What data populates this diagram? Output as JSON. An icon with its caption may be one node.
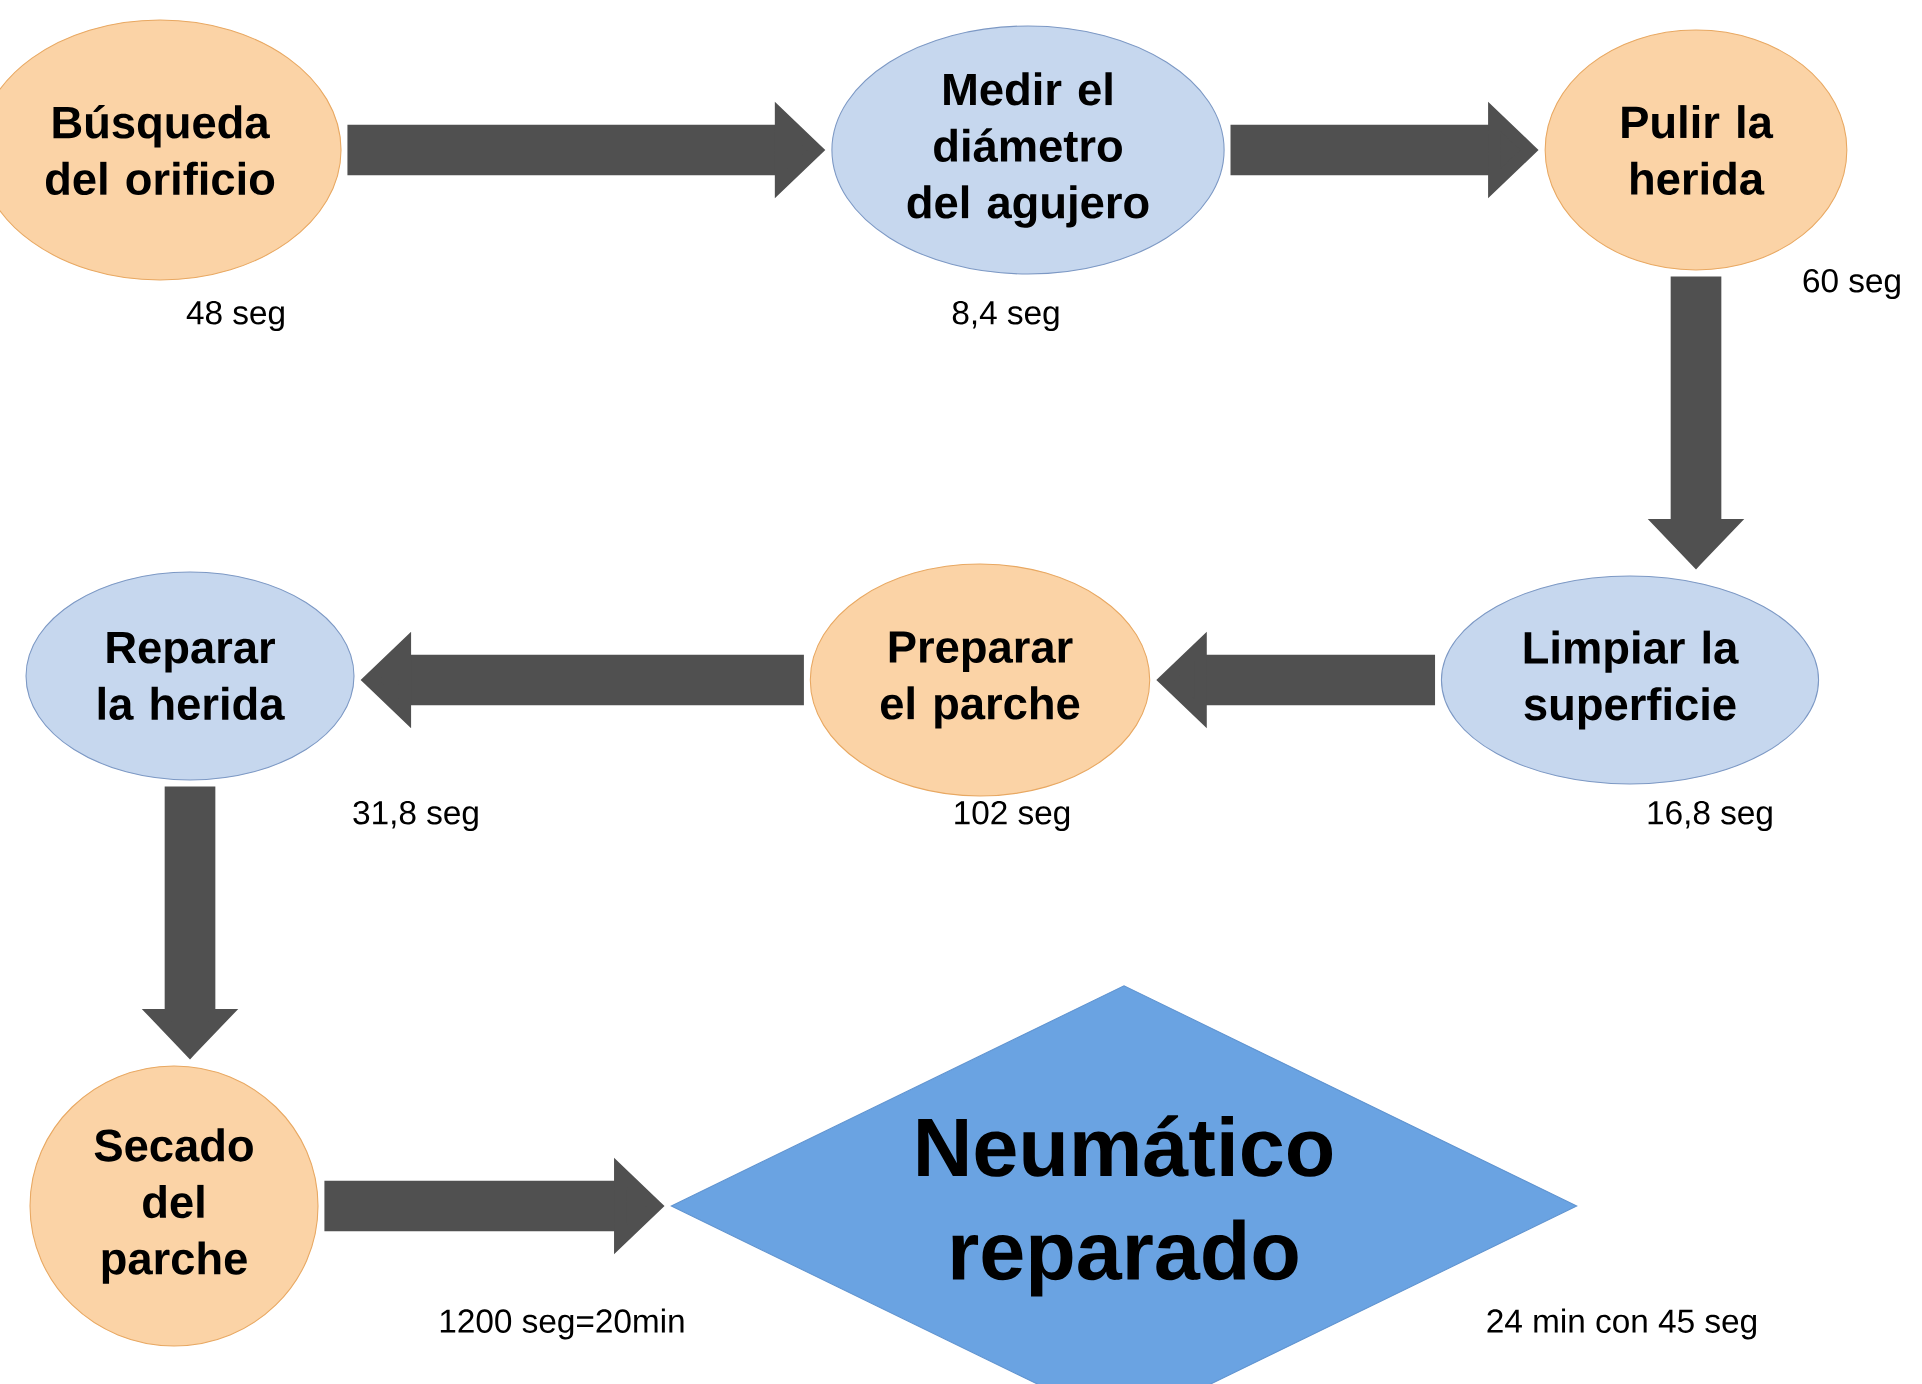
{
  "diagram": {
    "nodes": [
      {
        "text": [
          "Búsqueda del orificio"
        ],
        "beside": [
          "48 seg"
        ]
      },
      {
        "text": [
          "Medir el diámetro del agujero"
        ],
        "beside": [
          "8,4 seg"
        ]
      },
      {
        "text": [
          "Pulir la herida"
        ],
        "beside": [
          "60 seg"
        ]
      },
      {
        "text": [
          "Limpiar la superficie"
        ],
        "beside": [
          "16,8 seg"
        ]
      },
      {
        "text": [
          "Preparar el parche"
        ],
        "beside": [
          "102 seg"
        ]
      },
      {
        "text": [
          "Reparar la herida"
        ],
        "beside": [
          "31,8 seg"
        ]
      },
      {
        "text": [
          "Secado del parche"
        ]
      },
      {
        "text": [
          "Neumático reparado"
        ],
        "beside": [
          "24 min con 45 seg"
        ]
      }
    ],
    "edges": [
      {
        "from": 0,
        "to": 1,
        "arrow": "to"
      },
      {
        "from": 1,
        "to": 2,
        "arrow": "to"
      },
      {
        "from": 2,
        "to": 3,
        "arrow": "to"
      },
      {
        "from": 3,
        "to": 4,
        "arrow": "to"
      },
      {
        "from": 4,
        "to": 5,
        "arrow": "to"
      },
      {
        "from": 5,
        "to": 6,
        "arrow": "to"
      },
      {
        "from": 6,
        "to": 7,
        "arrow": "to"
      }
    ],
    "labels": [
      "1200 seg=20min"
    ]
  }
}
